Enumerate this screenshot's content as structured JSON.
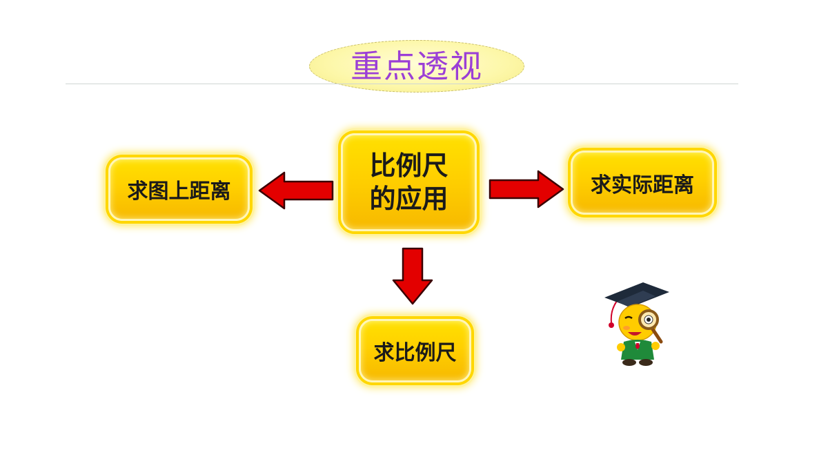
{
  "header": {
    "title": "重点透视"
  },
  "diagram": {
    "center": {
      "line1": "比例尺",
      "line2": "的应用"
    },
    "left": {
      "label": "求图上距离"
    },
    "right": {
      "label": "求实际距离"
    },
    "bottom": {
      "label": "求比例尺"
    }
  },
  "colors": {
    "node_fill": "#ffd000",
    "arrow": "#e30000",
    "title_text": "#9b3fd6"
  },
  "mascot": {
    "icon": "graduate-mascot-icon"
  }
}
